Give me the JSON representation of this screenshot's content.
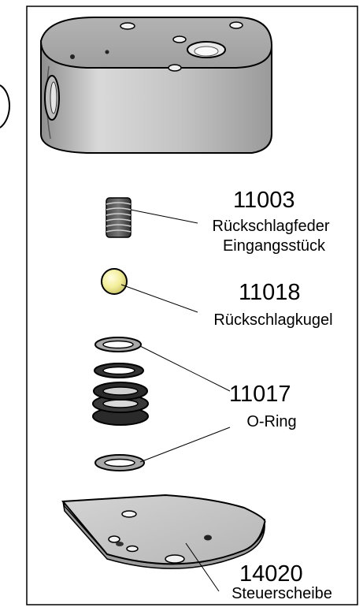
{
  "parts": [
    {
      "number": "11003",
      "names": [
        "Rückschlagfeder",
        "Eingangsstück"
      ]
    },
    {
      "number": "11018",
      "names": [
        "Rückschlagkugel"
      ]
    },
    {
      "number": "11017",
      "names": [
        "O-Ring"
      ]
    },
    {
      "number": "14020",
      "names": [
        "Steuerscheibe"
      ]
    }
  ],
  "colors": {
    "housing": "#c9c9c9",
    "ball": "#f3ee9a",
    "seal": "#b8b8b8",
    "outline": "#000000"
  }
}
